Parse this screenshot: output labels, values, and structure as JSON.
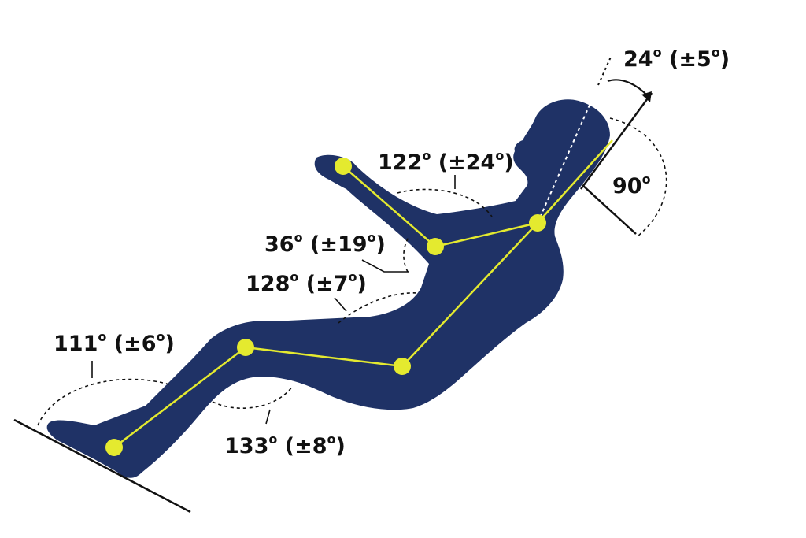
{
  "colors": {
    "body": "#1f3266",
    "joint": "#e4ea2f",
    "limb_line": "#e4ea2f",
    "reference_line": "#111111",
    "arc": "#111111",
    "background": "#ffffff"
  },
  "angles": {
    "head": {
      "value": "24",
      "degree": "o",
      "tolerance": " (±5",
      "tolerance_degree": "o",
      "close": ")"
    },
    "right": {
      "value": "90",
      "degree": "o"
    },
    "elbow": {
      "value": "122",
      "degree": "o",
      "tolerance": " (±24",
      "tolerance_degree": "o",
      "close": ")"
    },
    "shoulder": {
      "value": "36",
      "degree": "o",
      "tolerance": " (±19",
      "tolerance_degree": "o",
      "close": ")"
    },
    "hip": {
      "value": "128",
      "degree": "o",
      "tolerance": " (±7",
      "tolerance_degree": "o",
      "close": ")"
    },
    "ankle": {
      "value": "111",
      "degree": "o",
      "tolerance": " (±6",
      "tolerance_degree": "o",
      "close": ")"
    },
    "knee": {
      "value": "133",
      "degree": "o",
      "tolerance": " (±8",
      "tolerance_degree": "o",
      "close": ")"
    }
  }
}
